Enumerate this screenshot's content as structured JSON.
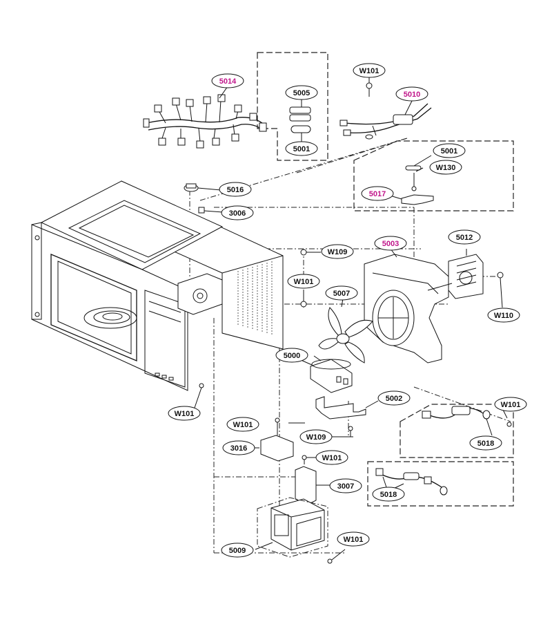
{
  "colors": {
    "line": "#111111",
    "highlight": "#c0158a",
    "background": "#ffffff"
  },
  "callouts": {
    "c5014": "5014",
    "c5005": "5005",
    "c5001a": "5001",
    "cW101a": "W101",
    "c5010": "5010",
    "c5001b": "5001",
    "cW130": "W130",
    "c5017": "5017",
    "c5016": "5016",
    "c3006": "3006",
    "cW109a": "W109",
    "c5003": "5003",
    "c5012": "5012",
    "cW101b": "W101",
    "c5007": "5007",
    "cW110": "W110",
    "c5000": "5000",
    "c5002": "5002",
    "cW101c": "W101",
    "cW101d": "W101",
    "cW109b": "W109",
    "c5018a": "5018",
    "c3016": "3016",
    "cW101e": "W101",
    "c3007": "3007",
    "c5018b": "5018",
    "c5009": "5009",
    "cW101f": "W101"
  }
}
